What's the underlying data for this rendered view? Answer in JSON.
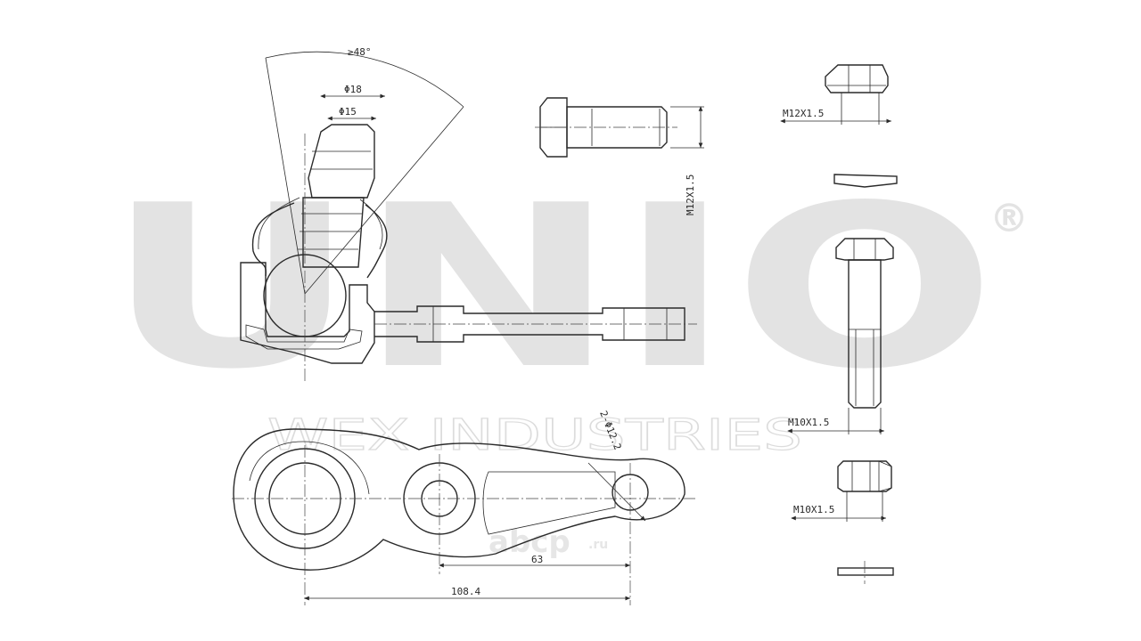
{
  "watermark": {
    "brand": "UNIO",
    "registered": "®",
    "subtitle": "WEX INDUSTRIES",
    "site": "abcp",
    "site_suffix": ".ru"
  },
  "dimensions": {
    "angle": "≥48°",
    "dia_outer": "Φ18",
    "dia_inner": "Φ15",
    "holes": "2-Φ12.2",
    "len_63": "63",
    "len_108": "108.4",
    "bolt_m12": "M12X1.5",
    "nut_m12": "M12X1.5",
    "bolt_m10": "M10X1.5",
    "nut_m10": "M10X1.5"
  }
}
